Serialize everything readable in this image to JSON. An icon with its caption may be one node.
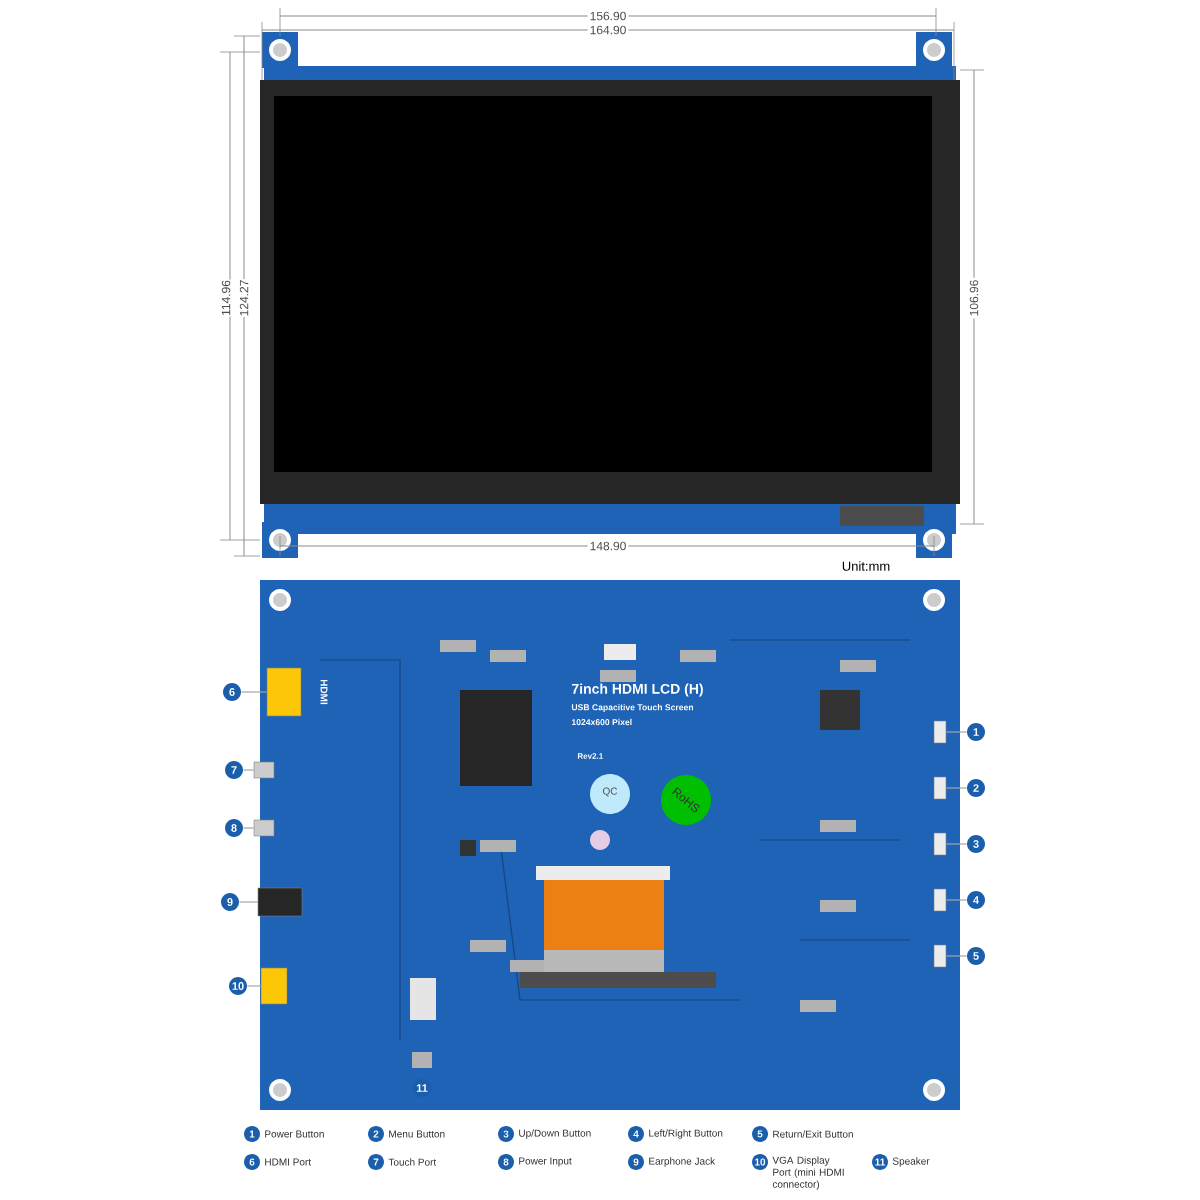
{
  "diagram": {
    "nodes": [
      {
        "text": [
          "1"
        ]
      },
      {
        "text": [
          "2"
        ]
      },
      {
        "text": [
          "3"
        ]
      },
      {
        "text": [
          "4"
        ]
      },
      {
        "text": [
          "5"
        ]
      },
      {
        "text": [
          "6"
        ]
      },
      {
        "text": [
          "7"
        ]
      },
      {
        "text": [
          "8"
        ]
      },
      {
        "text": [
          "9"
        ]
      },
      {
        "text": [
          "10"
        ]
      },
      {
        "text": [],
        "shape": "box"
      },
      {
        "text": [],
        "shape": "box"
      },
      {
        "text": [],
        "shape": "box"
      },
      {
        "text": [],
        "shape": "box"
      },
      {
        "text": [],
        "shape": "box"
      },
      {
        "text": [],
        "shape": "box"
      },
      {
        "text": [],
        "shape": "box"
      },
      {
        "text": [],
        "shape": "box"
      },
      {
        "text": [],
        "shape": "box"
      },
      {
        "text": [],
        "shape": "box"
      }
    ],
    "edges": [
      {
        "from": 0,
        "to": 10,
        "arrow": "none"
      },
      {
        "from": 1,
        "to": 11,
        "arrow": "none"
      },
      {
        "from": 2,
        "to": 12,
        "arrow": "none"
      },
      {
        "from": 3,
        "to": 13,
        "arrow": "none"
      },
      {
        "from": 4,
        "to": 14,
        "arrow": "none"
      },
      {
        "from": 5,
        "to": 15,
        "arrow": "none"
      },
      {
        "from": 6,
        "to": 16,
        "arrow": "none"
      },
      {
        "from": 7,
        "to": 17,
        "arrow": "none"
      },
      {
        "from": 8,
        "to": 18,
        "arrow": "none"
      },
      {
        "from": 9,
        "to": 19,
        "arrow": "none"
      }
    ],
    "labels": [
      "156.90",
      "164.90",
      "114.96",
      "124.27",
      "106.96",
      "148.90",
      "Unit:mm",
      "HDMI",
      "7inch HDMI LCD (H)",
      "USB Capacitive Touch Screen",
      "1024x600 Pixel",
      "Rev2.1",
      "QC",
      "RoHS",
      "11",
      "1",
      "Power Button",
      "2",
      "Menu Button",
      "3",
      "Up/Down Button",
      "4",
      "Left/Right Button",
      "5",
      "Return/Exit Button",
      "6",
      "HDMI Port",
      "7",
      "Touch Port",
      "8",
      "Power Input",
      "9",
      "Earphone Jack",
      "10",
      "VGA Display Port (mini HDMI connector)",
      "11",
      "Speaker"
    ]
  }
}
